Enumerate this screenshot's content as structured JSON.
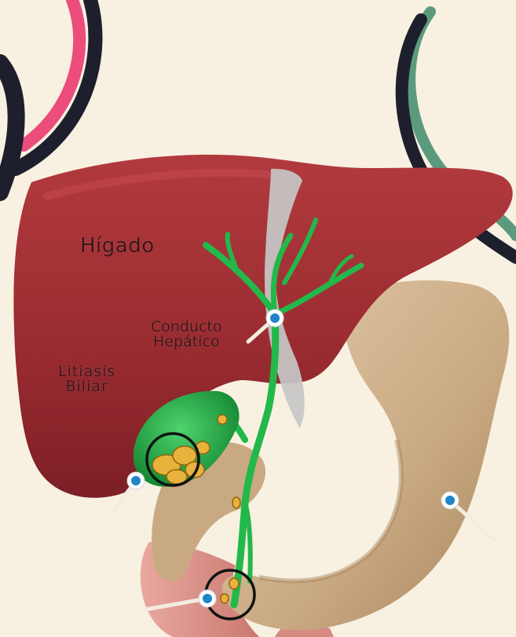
{
  "labels": {
    "liver": "Hígado",
    "hepatic_duct_line1": "Conducto",
    "hepatic_duct_line2": "Hepático",
    "gallstones_line1": "Litiasis",
    "gallstones_line2": "Biliar"
  },
  "colors": {
    "background": "#f8f1e1",
    "liver": "#9c2f33",
    "bile_ducts": "#22b84a",
    "stomach": "#cdb08f",
    "gallstones": "#e9b23c",
    "decor_pink": "#ec4d7c",
    "decor_green": "#5c9a7e",
    "decor_dark": "#1d1f2c",
    "marker": "#1f86c8"
  },
  "icons": [
    "pointer-marker-icon",
    "magnifier-circle-icon"
  ]
}
